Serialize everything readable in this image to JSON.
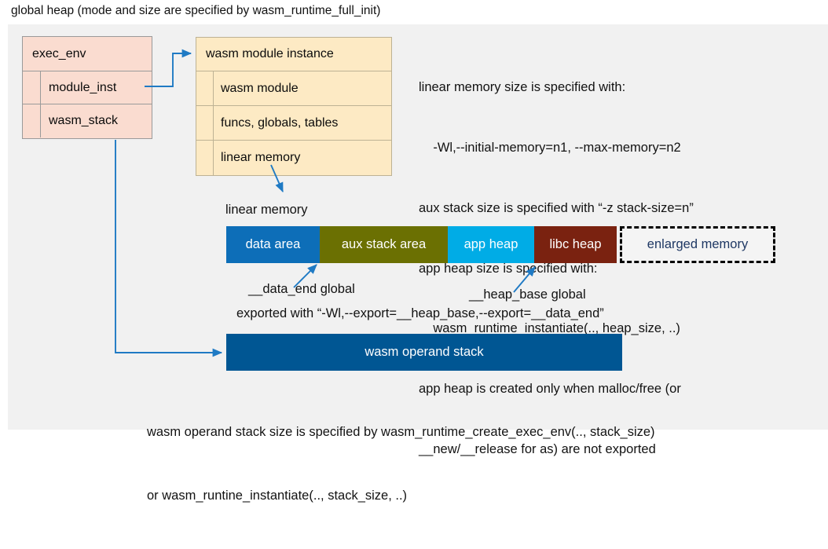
{
  "title": "global heap (mode and size are specified by wasm_runtime_full_init)",
  "colors": {
    "backdrop": "#f1f1f1",
    "exec_env_fill": "#fadcd0",
    "exec_env_border": "#9a9a9a",
    "module_inst_fill": "#fdeac4",
    "module_inst_border": "#bdb294",
    "data_area": "#0d6eb8",
    "aux_stack_area": "#6b7002",
    "app_heap": "#00ace6",
    "libc_heap": "#7a2210",
    "enlarged_memory_fill": "#f4f4f4",
    "enlarged_memory_border": "#000000",
    "enlarged_memory_text": "#1f3864",
    "operand_stack": "#005693",
    "connector": "#1f7ac4"
  },
  "exec_env": {
    "header": "exec_env",
    "fields": [
      {
        "label": "module_inst"
      },
      {
        "label": "wasm_stack"
      }
    ]
  },
  "module_instance": {
    "header": "wasm module instance",
    "fields": [
      {
        "label": "wasm module"
      },
      {
        "label": "funcs, globals, tables"
      },
      {
        "label": "linear memory"
      }
    ]
  },
  "notes": {
    "lines": [
      "linear memory size is specified with:",
      "    -Wl,--initial-memory=n1, --max-memory=n2",
      "aux stack size is specified with “-z stack-size=n”",
      "app heap size is specified with:",
      "    wasm_runtime_instantiate(.., heap_size, ..)",
      "app heap is created only when malloc/free (or",
      "__new/__release for as) are not exported"
    ]
  },
  "linear_memory": {
    "label": "linear memory",
    "segments": [
      {
        "label": "data area",
        "color": "#0d6eb8"
      },
      {
        "label": "aux stack area",
        "color": "#6b7002"
      },
      {
        "label": "app heap",
        "color": "#00ace6"
      },
      {
        "label": "libc heap",
        "color": "#7a2210"
      },
      {
        "label": "enlarged memory",
        "color": "#f4f4f4"
      }
    ]
  },
  "annotations": {
    "data_end": "__data_end global",
    "heap_base": "__heap_base global",
    "export": "exported with “-Wl,--export=__heap_base,--export=__data_end”"
  },
  "operand_stack": {
    "label": "wasm operand stack"
  },
  "bottom_notes": {
    "lines": [
      "wasm operand stack size is specified by wasm_runtime_create_exec_env(.., stack_size)",
      "or wasm_runtine_instantiate(.., stack_size, ..)"
    ]
  }
}
